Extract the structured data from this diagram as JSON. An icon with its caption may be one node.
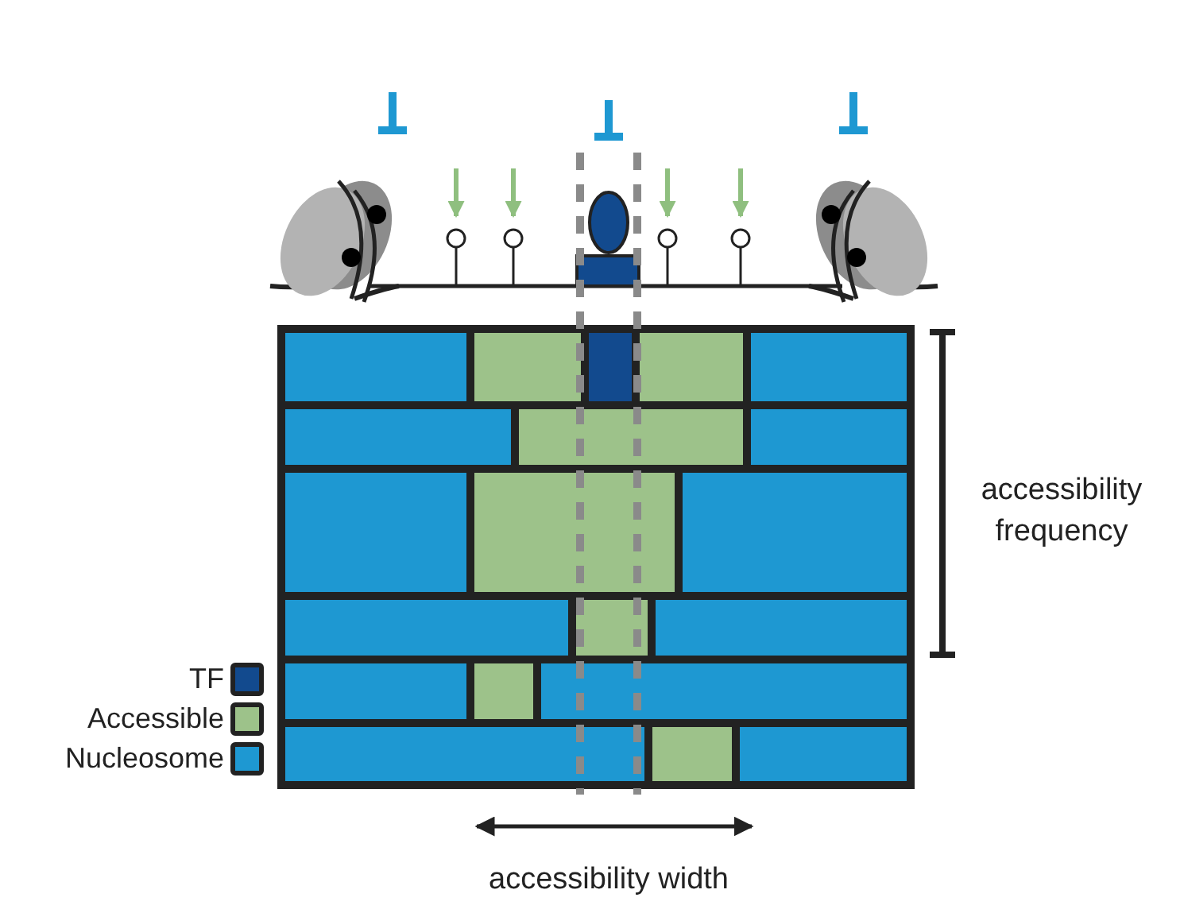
{
  "diagram": {
    "labels": [
      "accessibility frequency",
      "accessibility width"
    ],
    "legend": [
      {
        "text": "TF",
        "color": "#124a8e"
      },
      {
        "text": "Accessible",
        "color": "#9dc28a"
      },
      {
        "text": "Nucleosome",
        "color": "#1e98d2"
      }
    ]
  }
}
